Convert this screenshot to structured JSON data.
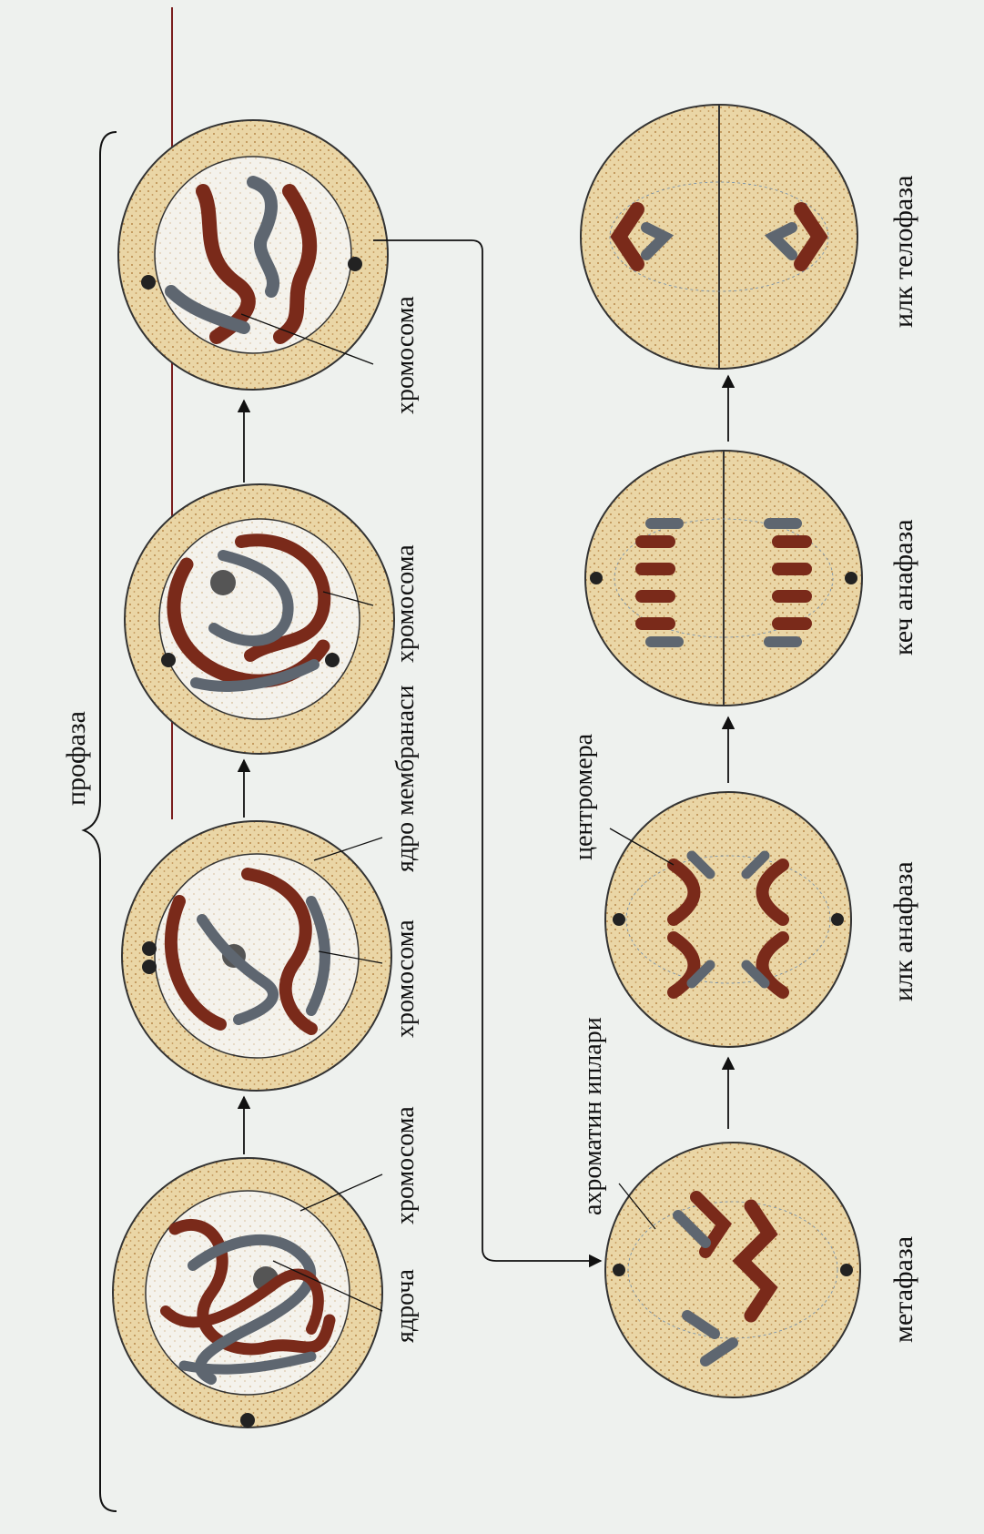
{
  "labels": {
    "prophase": "профаза",
    "nucleolus": "ядроча",
    "chromosome": "хромосома",
    "nuclear_membrane": "ядро мембранаси",
    "spindle": "ахроматин иплари",
    "centromere": "центромера",
    "metaphase": "метафаза",
    "early_anaphase": "илк анафаза",
    "late_anaphase": "кеч анафаза",
    "early_telophase": "илк телофаза"
  },
  "colors": {
    "background": "#eef1ee",
    "cytoplasm": "#e6cf9c",
    "cytoplasm_dots": "#b9884a",
    "nucleus": "#f3f2ee",
    "chromosome_red": "#7a2a1a",
    "chromosome_gray": "#5e6670",
    "spindle": "#6f8fb0",
    "border_line": "#7a1e1e"
  },
  "icons": [
    "arrow-up-icon",
    "brace-icon"
  ]
}
